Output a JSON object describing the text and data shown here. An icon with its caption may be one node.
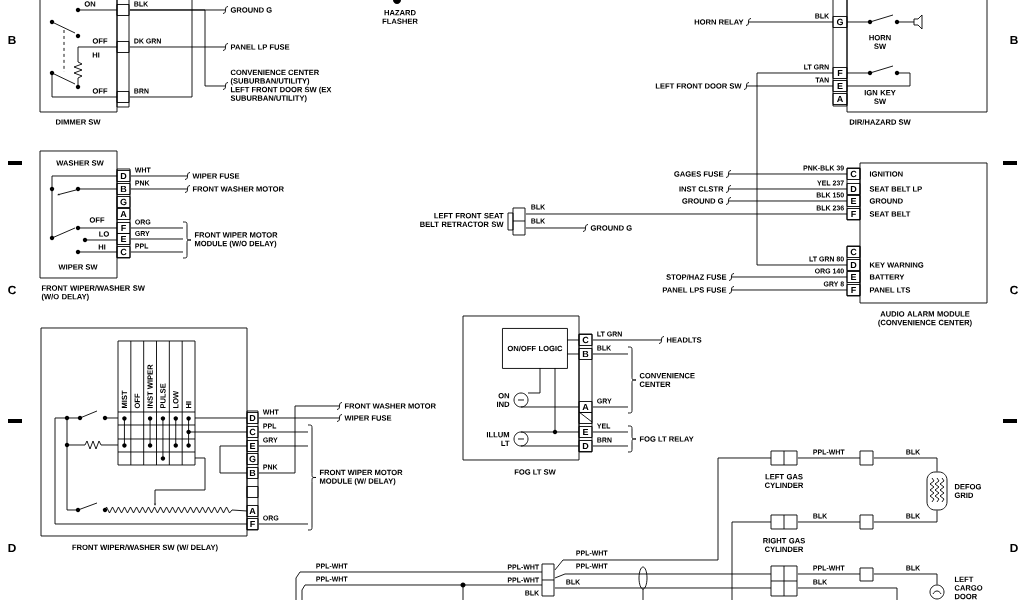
{
  "diagram": {
    "nodes": [
      {
        "text": [
          "ON",
          "OFF",
          "HI",
          "OFF",
          "DIMMER SW"
        ]
      },
      {
        "text": [
          "GROUND G"
        ]
      },
      {
        "text": [
          "PANEL LP FUSE"
        ]
      },
      {
        "text": [
          "CONVENIENCE CENTER (SUBURBAN/UTILITY)",
          "LEFT FRONT DOOR SW (EX SUBURBAN/UTILITY)"
        ]
      },
      {
        "text": [
          "HORN SW",
          "IGN KEY SW",
          "DIR/HAZARD SW"
        ]
      },
      {
        "text": [
          "HORN RELAY"
        ]
      },
      {
        "text": [
          "LEFT FRONT DOOR SW"
        ]
      },
      {
        "text": [
          "IGNITION",
          "SEAT BELT LP",
          "GROUND",
          "SEAT BELT",
          "KEY WARNING",
          "BATTERY",
          "PANEL LTS",
          "AUDIO ALARM MODULE (CONVENIENCE CENTER)"
        ]
      },
      {
        "text": [
          "GAGES FUSE"
        ]
      },
      {
        "text": [
          "INST CLSTR"
        ]
      },
      {
        "text": [
          "GROUND G"
        ]
      },
      {
        "text": [
          "LEFT FRONT SEAT BELT RETRACTOR SW"
        ]
      },
      {
        "text": [
          "GROUND G"
        ]
      },
      {
        "text": [
          "STOP/HAZ FUSE"
        ]
      },
      {
        "text": [
          "PANEL LPS FUSE"
        ]
      },
      {
        "text": [
          "WASHER SW",
          "OFF",
          "LO",
          "HI",
          "WIPER SW",
          "FRONT WIPER/WASHER SW (W/O DELAY)"
        ]
      },
      {
        "text": [
          "WIPER FUSE"
        ]
      },
      {
        "text": [
          "FRONT WASHER MOTOR"
        ]
      },
      {
        "text": [
          "FRONT WIPER MOTOR MODULE (W/O DELAY)"
        ]
      },
      {
        "text": [
          "MIST",
          "OFF",
          "INST WIPER",
          "PULSE",
          "LOW",
          "HI",
          "FRONT WIPER/WASHER SW (W/ DELAY)"
        ]
      },
      {
        "text": [
          "FRONT WASHER MOTOR"
        ]
      },
      {
        "text": [
          "WIPER FUSE"
        ]
      },
      {
        "text": [
          "FRONT WIPER MOTOR MODULE (W/ DELAY)"
        ]
      },
      {
        "text": [
          "ON IND",
          "ILLUM LT",
          "FOG LT SW"
        ]
      },
      {
        "text": [
          "ON/OFF LOGIC"
        ],
        "in": 23
      },
      {
        "text": [
          "HEADLTS"
        ]
      },
      {
        "text": [
          "CONVENIENCE CENTER"
        ]
      },
      {
        "text": [
          "FOG LT RELAY"
        ]
      },
      {
        "text": [
          "LEFT GAS CYLINDER"
        ]
      },
      {
        "text": [],
        "shape": "box"
      },
      {
        "text": [
          "DEFOG GRID"
        ]
      },
      {
        "text": [
          "RIGHT GAS CYLINDER"
        ]
      },
      {
        "text": [],
        "shape": "box"
      },
      {
        "text": [],
        "shape": "box"
      },
      {
        "text": [],
        "shape": "box"
      },
      {
        "text": [
          "LEFT CARGO DOOR"
        ]
      },
      {
        "text": [],
        "shape": "box"
      }
    ],
    "edges": [
      {
        "from": 0,
        "to": 1,
        "arrow": "none",
        "label": "BLK"
      },
      {
        "from": 0,
        "to": 2,
        "arrow": "none",
        "label": "DK GRN"
      },
      {
        "from": 0,
        "to": 3,
        "arrow": "none"
      },
      {
        "from": 0,
        "to": null,
        "arrow": "none",
        "label": "BRN"
      },
      {
        "from": 4,
        "to": 5,
        "arrow": "none",
        "label": "BLK"
      },
      {
        "from": 4,
        "to": 6,
        "arrow": "none",
        "label": "TAN"
      },
      {
        "from": 4,
        "to": 7,
        "arrow": "none",
        "label": "LT GRN 80"
      },
      {
        "from": 7,
        "to": 8,
        "arrow": "none",
        "label": "PNK-BLK 39"
      },
      {
        "from": 7,
        "to": 9,
        "arrow": "none",
        "label": "YEL 237"
      },
      {
        "from": 7,
        "to": 10,
        "arrow": "none",
        "label": "BLK 150"
      },
      {
        "from": 11,
        "to": 7,
        "arrow": "none",
        "label": "BLK 236"
      },
      {
        "from": 11,
        "to": 12,
        "arrow": "none",
        "label": "BLK"
      },
      {
        "from": 7,
        "to": 13,
        "arrow": "none",
        "label": "ORG 140"
      },
      {
        "from": 7,
        "to": 14,
        "arrow": "none",
        "label": "GRY 8"
      },
      {
        "from": 15,
        "to": 16,
        "arrow": "none",
        "label": "WHT"
      },
      {
        "from": 15,
        "to": 17,
        "arrow": "none",
        "label": "PNK"
      },
      {
        "from": 15,
        "to": 18,
        "arrow": "none",
        "label": "ORG"
      },
      {
        "from": 15,
        "to": 18,
        "arrow": "none",
        "label": "GRY"
      },
      {
        "from": 15,
        "to": 18,
        "arrow": "none",
        "label": "PPL"
      },
      {
        "from": 19,
        "to": 20,
        "arrow": "none",
        "label": "PNK"
      },
      {
        "from": 19,
        "to": 21,
        "arrow": "none",
        "label": "WHT"
      },
      {
        "from": 19,
        "to": 22,
        "arrow": "none",
        "label": "PPL"
      },
      {
        "from": 19,
        "to": 22,
        "arrow": "none",
        "label": "GRY"
      },
      {
        "from": 19,
        "to": 22,
        "arrow": "none",
        "label": "ORG"
      },
      {
        "from": 23,
        "to": 25,
        "arrow": "none",
        "label": "LT GRN"
      },
      {
        "from": 23,
        "to": 26,
        "arrow": "none",
        "label": "BLK"
      },
      {
        "from": 23,
        "to": 26,
        "arrow": "none",
        "label": "GRY"
      },
      {
        "from": 23,
        "to": 27,
        "arrow": "none",
        "label": "YEL"
      },
      {
        "from": 23,
        "to": 27,
        "arrow": "none",
        "label": "BRN"
      },
      {
        "from": null,
        "to": 36,
        "arrow": "none",
        "label": "PPL-WHT"
      },
      {
        "from": null,
        "to": 36,
        "arrow": "none",
        "label": "PPL-WHT"
      },
      {
        "from": 36,
        "to": 28,
        "arrow": "none",
        "label": "PPL-WHT"
      },
      {
        "from": 36,
        "to": 33,
        "arrow": "none",
        "label": "PPL-WHT"
      },
      {
        "from": 36,
        "to": 33,
        "arrow": "none",
        "label": "BLK"
      },
      {
        "from": null,
        "to": 31,
        "arrow": "none"
      },
      {
        "from": 28,
        "to": 29,
        "arrow": "none",
        "label": "PPL-WHT"
      },
      {
        "from": 29,
        "to": 30,
        "arrow": "none",
        "label": "BLK"
      },
      {
        "from": 31,
        "to": 32,
        "arrow": "none",
        "label": "BLK"
      },
      {
        "from": 32,
        "to": 30,
        "arrow": "none",
        "label": "BLK"
      },
      {
        "from": 33,
        "to": 34,
        "arrow": "none",
        "label": "PPL-WHT"
      },
      {
        "from": 34,
        "to": 35,
        "arrow": "none",
        "label": "BLK"
      },
      {
        "from": 33,
        "to": null,
        "arrow": "none",
        "label": "BLK"
      }
    ],
    "labels": [
      "B",
      "HAZARD FLASHER",
      "B",
      "LT GRN",
      "BLK",
      "G",
      "F",
      "E",
      "A",
      "D",
      "B",
      "G",
      "A",
      "F",
      "E",
      "C",
      "C",
      "D",
      "E",
      "F",
      "C",
      "D",
      "E",
      "F",
      "C",
      "C",
      "D",
      "C",
      "E",
      "G",
      "B",
      "A",
      "F",
      "C",
      "B",
      "A",
      "E",
      "D",
      "D",
      "D",
      "PPL-WHT",
      "PPL-WHT",
      "BLK"
    ]
  }
}
